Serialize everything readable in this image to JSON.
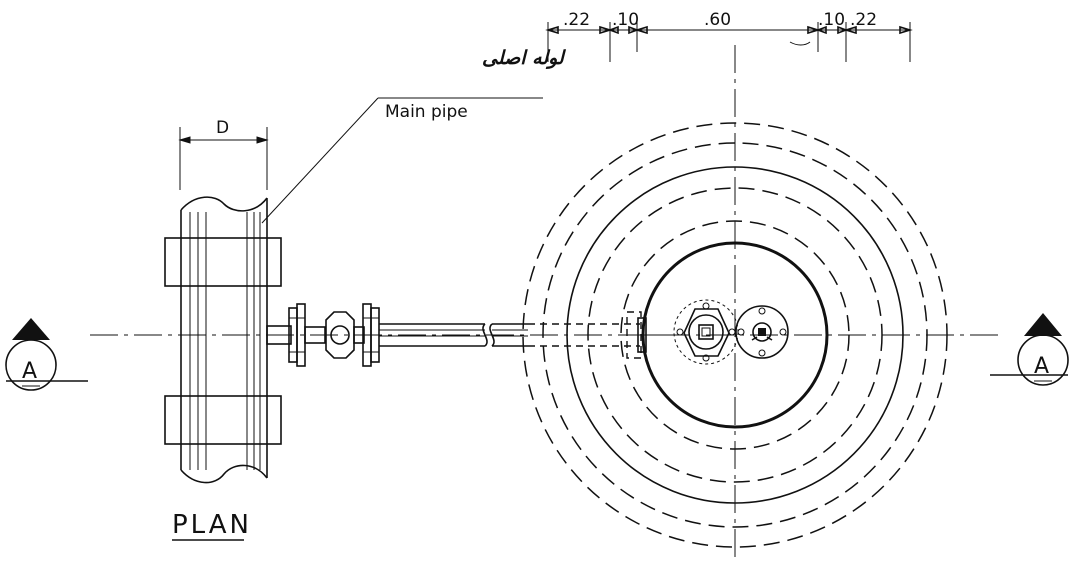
{
  "labels": {
    "persian_main_pipe": "لوله اصلی",
    "main_pipe": "Main pipe",
    "diameter": "D",
    "plan": "PLAN",
    "section_left": "A",
    "section_right": "A"
  },
  "dimensions": {
    "d1": ".22",
    "d2": ".10",
    "d3": ".60",
    "d4": ".10",
    "d5": ".22"
  }
}
